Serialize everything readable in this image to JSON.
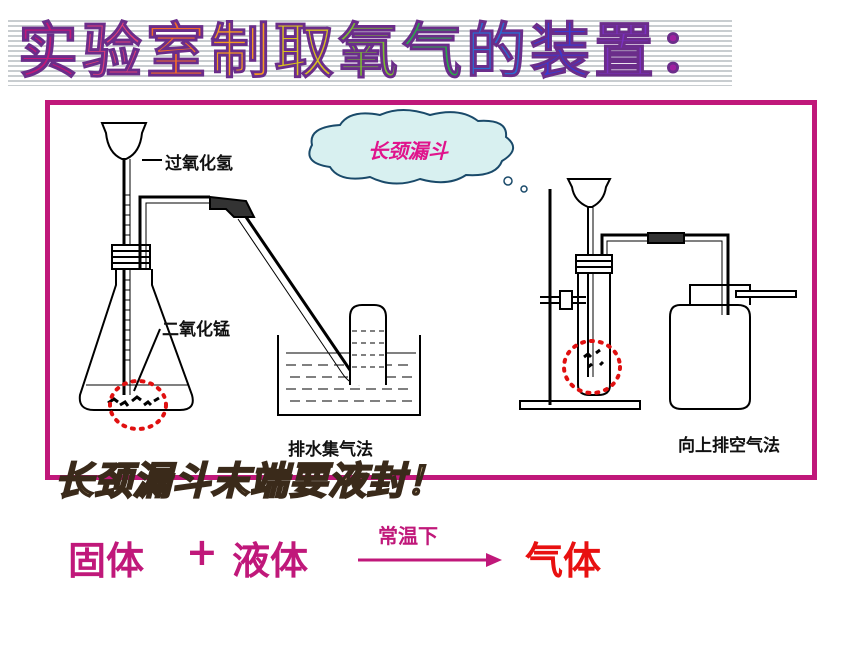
{
  "title": {
    "chars": [
      "实",
      "验",
      "室",
      "制",
      "取",
      "氧",
      "气",
      "的",
      "装",
      "置",
      "："
    ],
    "colors": [
      "#c01878",
      "#e04078",
      "#f06a2a",
      "#f59a20",
      "#d8c020",
      "#7ac030",
      "#2aa84a",
      "#2a6ad0",
      "#3a3ad0",
      "#7a30c0",
      "#a020a0"
    ]
  },
  "diagram_left": {
    "label_h2o2": "过氧化氢",
    "label_mno2": "二氧化锰",
    "caption": "排水集气法"
  },
  "diagram_right": {
    "cloud_label": "长颈漏斗",
    "caption": "向上排空气法"
  },
  "note": "长颈漏斗末端要液封！",
  "equation": {
    "reactant1": "固体",
    "plus": "+",
    "reactant2": "液体",
    "condition": "常温下",
    "product": "气体",
    "reactant_color": "#c0187a",
    "product_color": "#e81010"
  }
}
